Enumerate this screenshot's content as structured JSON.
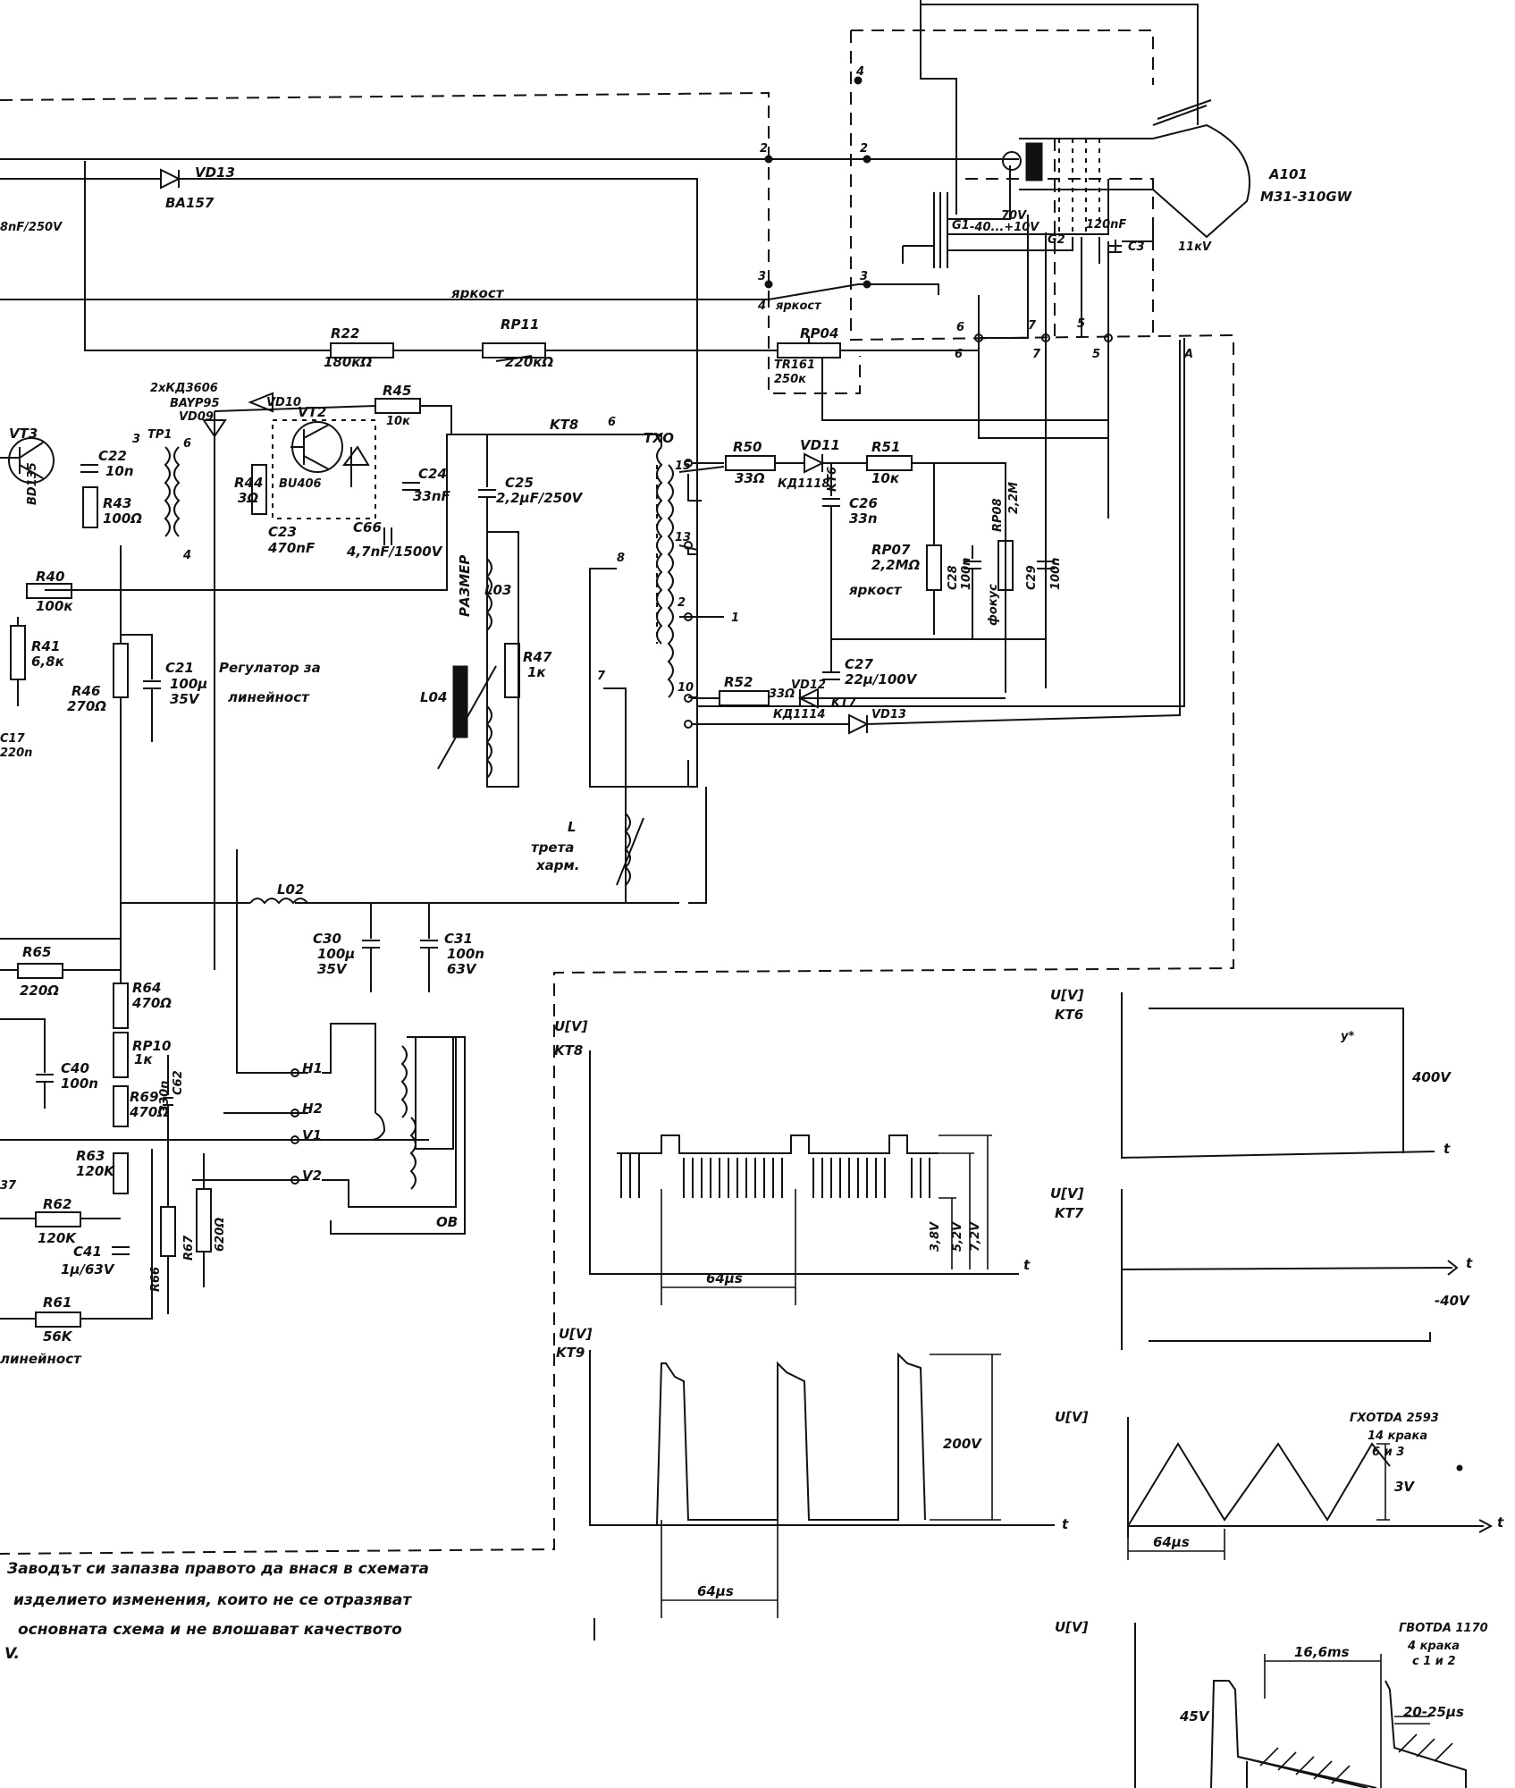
{
  "crt": {
    "ref": "A101",
    "type": "M31-310GW",
    "hv": "11кV",
    "g1v": "70V",
    "g2v": "-40...+10V",
    "c3": "120nF",
    "c3ref": "C3",
    "g1": "G1",
    "g2": "G2"
  },
  "conn": {
    "p4": "4",
    "p2a": "2",
    "p2b": "2",
    "p3a": "3",
    "p3b": "3",
    "p4b": "4",
    "p6a": "6",
    "p6b": "6",
    "p7a": "7",
    "p7b": "7",
    "p5a": "5",
    "p5b": "5",
    "pA": "A",
    "brightPin": "яркост"
  },
  "comp": {
    "vd13": "VD13",
    "ba157": "BA157",
    "cap8n": "8nF/250V",
    "bright": "яркост",
    "r22": "R22",
    "r22v": "180кΩ",
    "rp11": "RP11",
    "rp11v": "220кΩ",
    "rp04": "RP04",
    "tr161": "TR161",
    "tr161v": "250к",
    "diodes": "2xКД3606",
    "bayp": "BAYP95",
    "vd09": "VD09",
    "vd10": "VD10",
    "r45": "R45",
    "r45v": "10к",
    "vt2": "VT2",
    "bu": "BU406",
    "vt3": "VT3",
    "bd": "BD135",
    "c22": "C22",
    "c22v": "10n",
    "r43": "R43",
    "r43v": "100Ω",
    "tr1": "TP1",
    "p3": "3",
    "p6": "6",
    "p4": "4",
    "p8": "8",
    "r44": "R44",
    "r44v": "3Ω",
    "c23": "C23",
    "c23v": "470nF",
    "c24": "C24",
    "c24v": "33nF",
    "c66": "C66",
    "c66v": "4,7nF/1500V",
    "kt8": "KT8",
    "txo": "TXO",
    "c25": "C25",
    "c25v": "2,2µF/250V",
    "p15": "15",
    "p13": "13",
    "p2": "2",
    "p10": "10",
    "p7": "7",
    "p1": "1",
    "r50": "R50",
    "r50v": "33Ω",
    "vd11": "VD11",
    "kd1": "КД1118",
    "r51": "R51",
    "r51v": "10к",
    "kt6": "KT6",
    "c26": "C26",
    "c26v": "33n",
    "rp07": "RP07",
    "rp07v": "2,2MΩ",
    "bright2": "яркост",
    "c28": "C28",
    "c28v": "100n",
    "rp08": "RP08",
    "rp08v": "2,2M",
    "focus": "фокус",
    "c29": "C29",
    "c29v": "100n",
    "c27": "C27",
    "c27v": "22µ/100V",
    "r52": "R52",
    "r52v": "33Ω",
    "vd12": "VD12",
    "kd2": "КД1114",
    "kt7": "KT7",
    "vd13b": "VD13",
    "r40": "R40",
    "r40v": "100к",
    "r41": "R41",
    "r41v": "6,8к",
    "r46": "R46",
    "r46v": "270Ω",
    "c17": "C17",
    "c17v": "220n",
    "c21": "C21",
    "c21v": "100µ",
    "c21v2": "35V",
    "linreg": "Регулатор за",
    "linreg2": "линейност",
    "size": "РАЗМЕР",
    "l03": "L03",
    "l04": "L04",
    "r47": "R47",
    "r47v": "1к",
    "lt": "L",
    "lt2": "трета",
    "lt3": "харм.",
    "l02": "L02",
    "c30": "C30",
    "c30v": "100µ",
    "c30v2": "35V",
    "c31": "C31",
    "c31v": "100n",
    "c31v2": "63V",
    "r65": "R65",
    "r65v": "220Ω",
    "r64": "R64",
    "r64v": "470Ω",
    "rp10": "RP10",
    "rp10v": "1к",
    "c40": "C40",
    "c40v": "100n",
    "r69": "R69",
    "r69v": "470Ω",
    "c6": "C62",
    "c6v": "330n",
    "r63": "R63",
    "r63v": "120K",
    "r62": "R62",
    "r62v": "120K",
    "c41": "C41",
    "c41v": "1µ/63V",
    "r61": "R61",
    "r61v": "56K",
    "r66": "R66",
    "r67": "R67",
    "r67v": "620Ω",
    "p37": "37",
    "h1": "H1",
    "h2": "H2",
    "v1": "V1",
    "v2": "V2",
    "ob": "OB",
    "lin": "линейност"
  },
  "note": {
    "l1": "Заводът си запазва правото да внася в схемата",
    "l2": "изделието изменения, които не се отразяват",
    "l3": "основната схема и не влошават качеството",
    "l4": "V."
  },
  "waves": {
    "uv": "U[V]",
    "kt8": "KT8",
    "kt9": "KT9",
    "kt6": "KT6",
    "kt7": "KT7",
    "t": "t",
    "v38": "3,8V",
    "v52": "5,2V",
    "v72": "7,2V",
    "us64": "64µs",
    "v200": "200V",
    "v400": "400V",
    "v40": "-40V",
    "v3": "3V",
    "v45": "45V",
    "ms166": "16,6ms",
    "v2025": "20-25µs",
    "h1": "ГХОТDA 2593",
    "h2": "14 крака",
    "h3": "6 и 3",
    "w1": "ГВОТDA 1170",
    "w2": "4 крака",
    "w3": "с 1 и 2"
  }
}
